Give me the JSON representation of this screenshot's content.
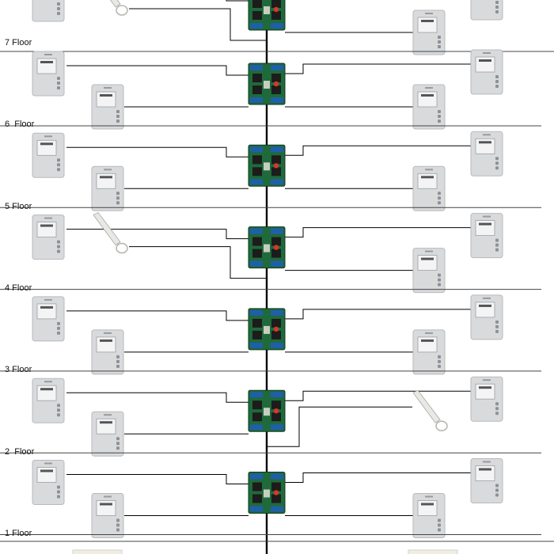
{
  "floors": [
    {
      "label": "7 Floor",
      "left_devices": [
        "monitor",
        "handset"
      ],
      "right_devices": [
        "monitor",
        "monitor"
      ]
    },
    {
      "label": "6  Floor",
      "left_devices": [
        "monitor",
        "monitor"
      ],
      "right_devices": [
        "monitor",
        "monitor"
      ]
    },
    {
      "label": "5 Floor",
      "left_devices": [
        "monitor",
        "monitor"
      ],
      "right_devices": [
        "monitor",
        "monitor"
      ]
    },
    {
      "label": "4 Floor",
      "left_devices": [
        "monitor",
        "handset"
      ],
      "right_devices": [
        "monitor",
        "monitor"
      ]
    },
    {
      "label": "3 Floor",
      "left_devices": [
        "monitor",
        "monitor"
      ],
      "right_devices": [
        "monitor",
        "monitor"
      ]
    },
    {
      "label": "2  Floor",
      "left_devices": [
        "monitor",
        "monitor"
      ],
      "right_devices": [
        "monitor",
        "handset"
      ]
    },
    {
      "label": "1 Floor",
      "left_devices": [
        "monitor",
        "monitor"
      ],
      "right_devices": [
        "monitor",
        "monitor"
      ]
    }
  ],
  "colors": {
    "line": "#000000",
    "divider": "#444444",
    "board": "#1f6a3a",
    "board_edge": "#0f3a1e",
    "terminal": "#1f5fa8",
    "monitor_body": "#d9dadc",
    "monitor_screen": "#f4f4f4",
    "handset": "#e8e8e4"
  },
  "icons": {
    "distributor": "circuit-board-icon",
    "monitor": "video-monitor-icon",
    "handset": "handset-icon"
  }
}
